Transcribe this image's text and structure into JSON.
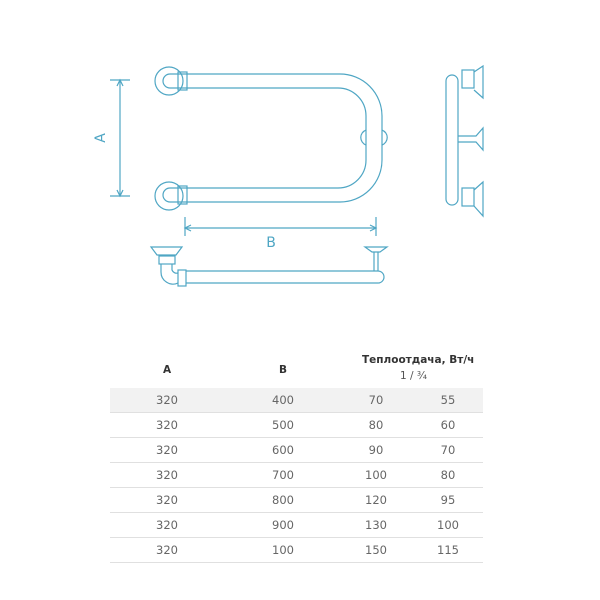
{
  "drawing": {
    "dim_a_label": "A",
    "dim_b_label": "B",
    "line_color": "#4fa6c4"
  },
  "table": {
    "headers": {
      "a": "A",
      "b": "B",
      "heat": "Теплоотдача, Вт/ч",
      "heat_sub": "1 / ¾"
    },
    "rows": [
      [
        "320",
        "400",
        "70",
        "55"
      ],
      [
        "320",
        "500",
        "80",
        "60"
      ],
      [
        "320",
        "600",
        "90",
        "70"
      ],
      [
        "320",
        "700",
        "100",
        "80"
      ],
      [
        "320",
        "800",
        "120",
        "95"
      ],
      [
        "320",
        "900",
        "130",
        "100"
      ],
      [
        "320",
        "100",
        "150",
        "115"
      ]
    ]
  }
}
